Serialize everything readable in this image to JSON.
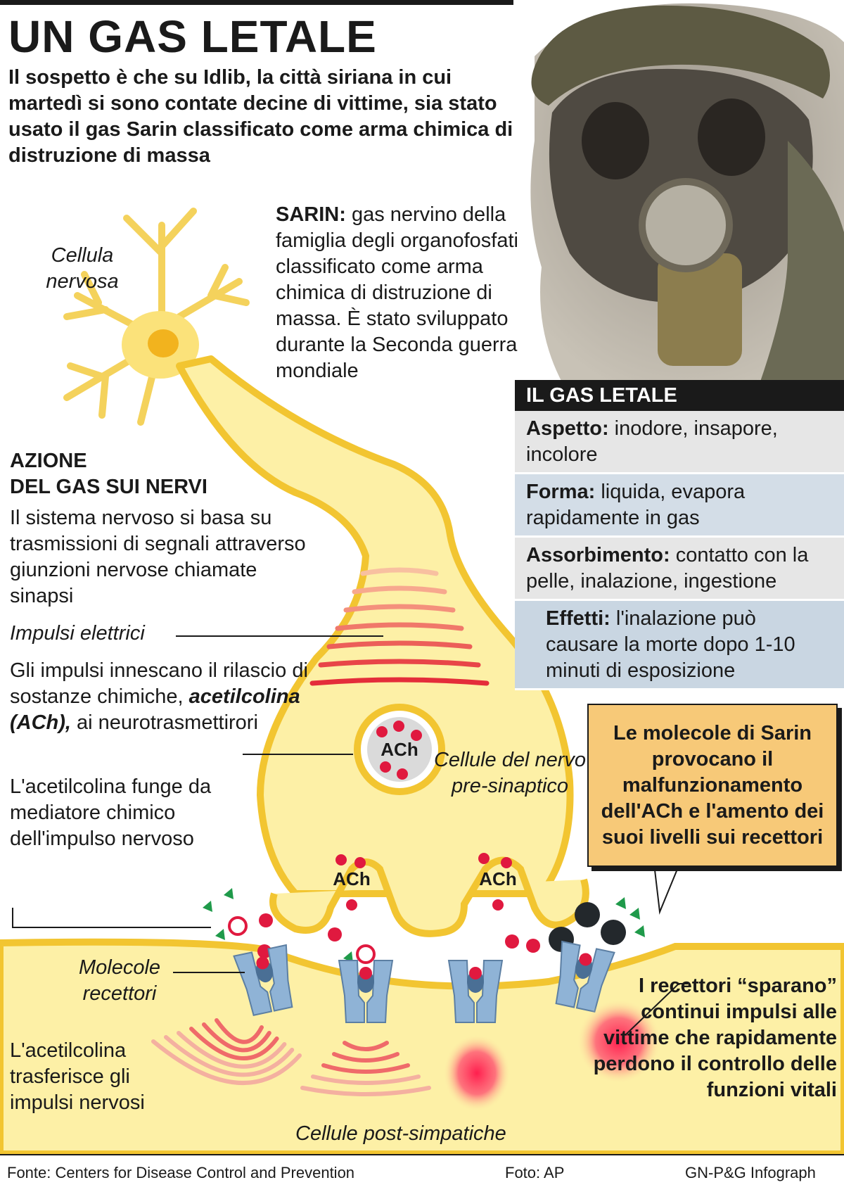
{
  "header": {
    "title": "UN GAS LETALE",
    "subtitle": "Il sospetto è che su Idlib, la città siriana in cui martedì si sono contate decine di vittime, sia stato usato il gas Sarin classificato come arma chimica di distruzione di massa"
  },
  "sarin": {
    "term": "SARIN:",
    "description": " gas nervino della famiglia degli organofosfati classificato come arma chimica di distruzione di massa. È stato sviluppato durante la Seconda guerra mondiale"
  },
  "labels": {
    "cell": "Cellula nervosa",
    "electric_impulses": "Impulsi elettrici",
    "presynaptic": "Cellule del nervo pre-sinaptico",
    "receptor_molecules": "Molecole recettori",
    "postsynaptic": "Cellule post-simpatiche",
    "ach": "ACh"
  },
  "action": {
    "heading_line1": "AZIONE",
    "heading_line2": "DEL GAS SUI NERVI",
    "intro": "Il sistema nervoso si basa su trasmissioni di segnali attraverso giunzioni nervose chiamate sinapsi",
    "release_before": "Gli impulsi innescano il rilascio di sostanze chimiche, ",
    "release_term": "acetilcolina (ACh),",
    "release_after": " ai neurotrasmettirori",
    "mediator": "L'acetilcolina funge da mediatore chimico dell'impulso nervoso",
    "transfer": "L'acetilcolina trasferisce gli impulsi nervosi"
  },
  "info_table": {
    "title": "IL GAS LETALE",
    "rows": [
      {
        "label": "Aspetto:",
        "text": " inodore, insapore, incolore"
      },
      {
        "label": "Forma:",
        "text": " liquida, evapora rapidamente in gas"
      },
      {
        "label": "Assorbimento:",
        "text": " contatto con la pelle, inalazione, ingestione"
      },
      {
        "label": "Effetti:",
        "text": " l'inalazione può causare la morte dopo 1-10 minuti di esposizione"
      }
    ],
    "row_colors": [
      "#e6e6e6",
      "#d3dde7",
      "#e6e6e6",
      "#c9d6e2"
    ]
  },
  "callout": {
    "text": "Le molecole di Sarin provocano il malfunzionamento dell'ACh e l'amento dei suoi livelli sui recettori"
  },
  "effects": {
    "text": "I recettori “sparano” continui impulsi alle vittime che rapidamente perdono il controllo delle funzioni vitali"
  },
  "footer": {
    "source": "Fonte: Centers for Disease Control and Prevention",
    "photo": "Foto: AP",
    "credit": "GN-P&G Infograph"
  },
  "colors": {
    "nerve_fill": "#fdf0a6",
    "nerve_stroke": "#f2c531",
    "ach_red": "#e0193f",
    "receptor_blue": "#8fb3d6",
    "sarin_dark": "#23282c",
    "green_marker": "#1f9a4a",
    "callout_orange": "#f7c978"
  }
}
